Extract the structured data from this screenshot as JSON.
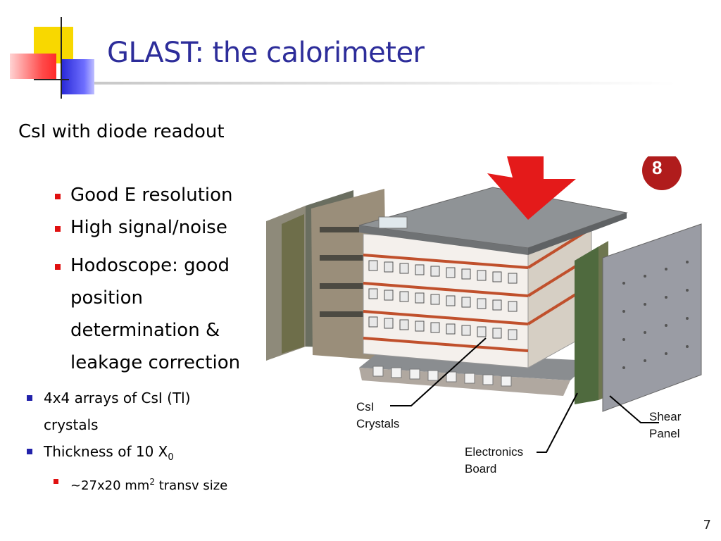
{
  "slide": {
    "title": "GLAST: the calorimeter",
    "subtitle": "CsI with diode readout",
    "page_number": "7"
  },
  "bullets_primary": [
    {
      "text": "Good E resolution"
    },
    {
      "text": "High signal/noise"
    },
    {
      "text_lines": [
        "Hodoscope: good",
        "position",
        "determination &",
        "leakage correction"
      ]
    }
  ],
  "bullets_secondary": [
    {
      "text_lines": [
        "4x4 arrays of CsI (Tl)",
        "crystals"
      ]
    },
    {
      "text_before_sub": "Thickness of 10 X",
      "subscript": "0"
    },
    {
      "text_before_sup": "~27x20 mm",
      "superscript": "2",
      "text_after_sup": " transv size"
    }
  ],
  "figure": {
    "badge": "8",
    "labels": {
      "csi_line1": "CsI",
      "csi_line2": "Crystals",
      "electronics_line1": "Electronics",
      "electronics_line2": "Board",
      "shear_line1": "Shear",
      "shear_line2": "Panel"
    }
  },
  "colors": {
    "title": "#2d2d9a",
    "bullet_red": "#e01010",
    "bullet_blue": "#2222aa",
    "arrow_red": "#e41a1a"
  }
}
